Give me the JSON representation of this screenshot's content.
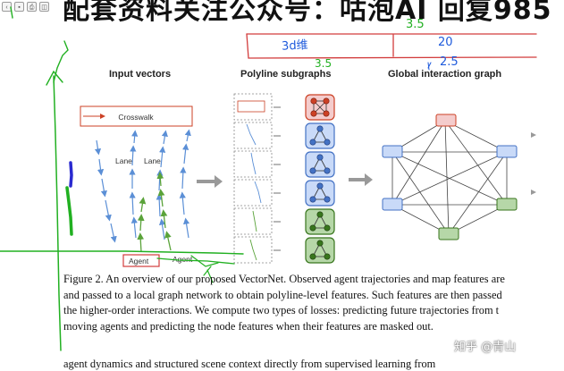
{
  "viewer_toolbar": {
    "icons": [
      "back-icon",
      "save-icon",
      "print-icon",
      "view-icon"
    ]
  },
  "watermark": "配套资料关注公众号：咕泡AI 回复985",
  "figure": {
    "panels": {
      "input_vectors": "Input vectors",
      "polyline_subgraphs": "Polyline subgraphs",
      "global_graph": "Global interaction graph"
    },
    "scene_labels": {
      "crosswalk": "Crosswalk",
      "lane_left": "Lane",
      "lane_right": "Lane",
      "agent_left": "Agent",
      "agent_right": "Agent"
    },
    "colors": {
      "map_node": "#4472c4",
      "map_fill": "#c9daf8",
      "agent_node": "#38761d",
      "agent_fill": "#b6d7a8",
      "crosswalk_node": "#cc4125",
      "crosswalk_fill": "#f4cccc"
    }
  },
  "caption": {
    "lines": [
      "Figure 2. An overview of our proposed VectorNet. Observed agent trajectories and map features are",
      "and passed to a local graph network to obtain polyline-level features. Such features are then passed",
      "the higher-order interactions. We compute two types of losses: predicting future trajectories from t",
      "moving agents and predicting the node features when their features are masked out."
    ]
  },
  "bottom_text": "agent dynamics and structured scene context directly from        supervised learning from",
  "credit": "知乎 @青山",
  "annotations": {
    "hw_3d": "3d维",
    "hw_20": "20",
    "hw_35_top": "3.5",
    "hw_25": "2.5",
    "hw_35_green": "3.5"
  }
}
